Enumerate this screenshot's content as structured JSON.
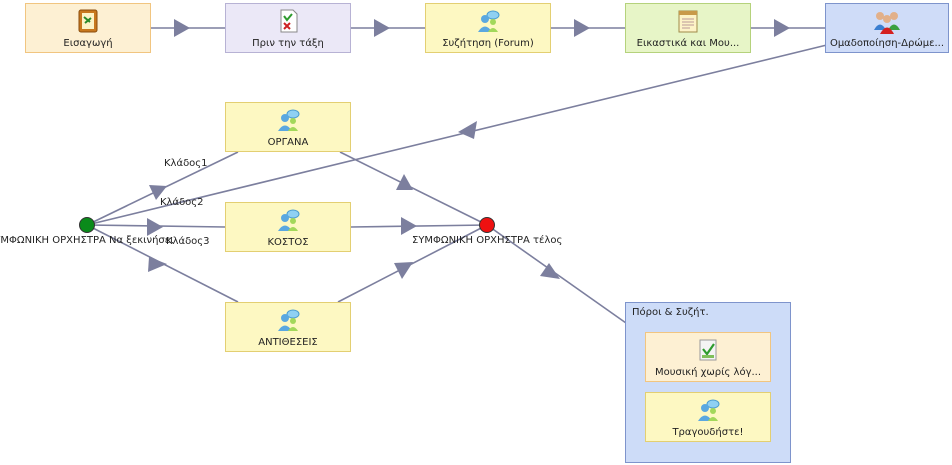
{
  "nodes": {
    "intro": "Εισαγωγή",
    "before_class": "Πριν την τάξη",
    "forum": "Συζήτηση (Forum)",
    "arts": "Εικαστικά και Μου...",
    "grouping": "Ομαδοποίηση-Δρώμε...",
    "organa": "ΟΡΓΑΝΑ",
    "kostos": "ΚΟΣΤΟΣ",
    "antitheseis": "ΑΝΤΙΘΕΣΕΙΣ"
  },
  "branches": {
    "branch1": "Κλάδος1",
    "branch2": "Κλάδος2",
    "branch3": "Κλάδος3"
  },
  "gates": {
    "start": "ΣΥΜΦΩΝΙΚΗ ΟΡΧΗΣΤΡΑ Να ξεκινήσει",
    "end": "ΣΥΜΦΩΝΙΚΗ ΟΡΧΗΣΤΡΑ τέλος",
    "start_color": "#0a8a1a",
    "end_color": "#ee1111"
  },
  "group": {
    "title": "Πόροι & Συζήτ.",
    "music": "Μουσική χωρίς λόγ...",
    "sing": "Τραγουδήστε!"
  },
  "icons": {
    "intro": "notebook-icon",
    "before_class": "checklist-icon",
    "forum": "forum-users-icon",
    "arts": "notepad-icon",
    "grouping": "group-users-icon",
    "music": "image-check-icon"
  },
  "edge_color": "#7c7f9e"
}
